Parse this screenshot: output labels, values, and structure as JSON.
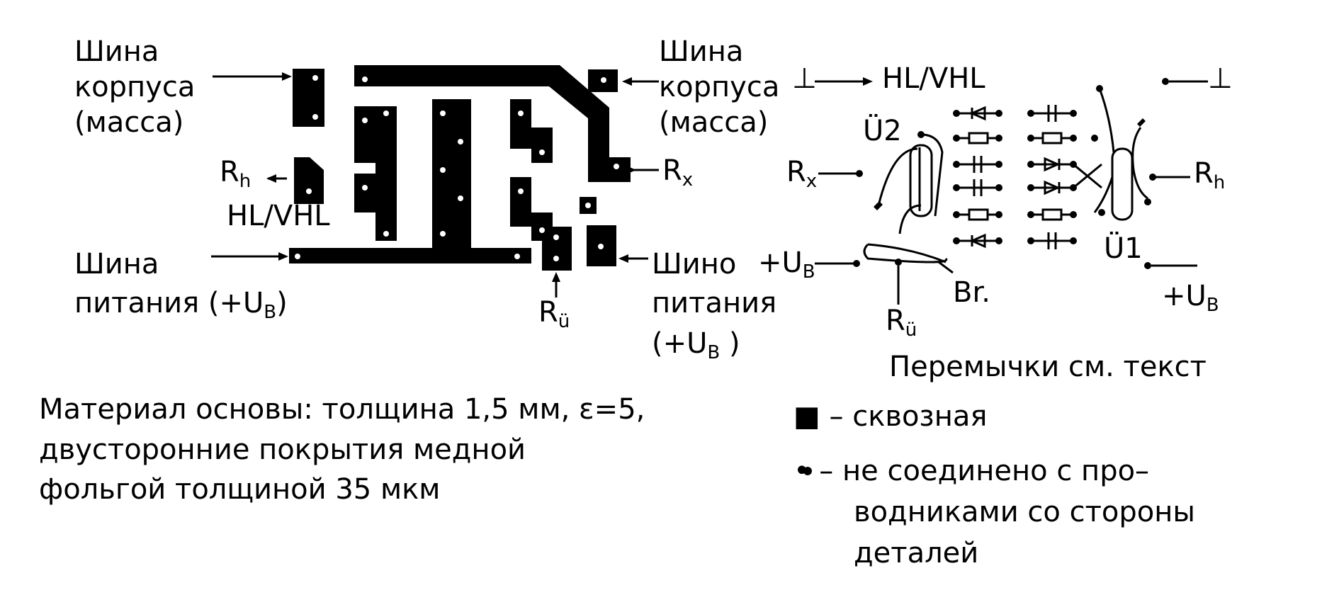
{
  "left_pcb": {
    "ground_bus_left": [
      "Шина",
      "корпуса",
      "(масса)"
    ],
    "ground_bus_right": [
      "Шина",
      "корпуса",
      "(масса)"
    ],
    "rh": "R",
    "rh_sub": "h",
    "rx": "R",
    "rx_sub": "x",
    "hl_vhl": "HL/VHL",
    "power_bus_left": [
      "Шина",
      "питания (+U",
      "B",
      ")"
    ],
    "power_bus_right": [
      "Шино",
      "питания",
      "(+U",
      "B",
      " )"
    ],
    "ru": "R",
    "ru_sub": "ü"
  },
  "right_schematic": {
    "ground_sym": "⊥",
    "hl_vhl": "HL/VHL",
    "u2": "Ü2",
    "u1": "Ü1",
    "rx": "R",
    "rx_sub": "x",
    "rh": "R",
    "rh_sub": "h",
    "ub_left": "+U",
    "ub_left_sub": "B",
    "ub_right": "+U",
    "ub_right_sub": "B",
    "br": "Br.",
    "ru": "R",
    "ru_sub": "ü",
    "jumpers_note": "Перемычки см. текст"
  },
  "material_note": [
    "Материал основы: толщина 1,5 мм, ε=5,",
    "двусторонние покрытия медной",
    "фольгой толщиной 35 мкм"
  ],
  "legend": {
    "through": "■ – сквозная",
    "not_connected": [
      "• – не соединено с про–",
      "водниками со стороны",
      "деталей"
    ]
  }
}
